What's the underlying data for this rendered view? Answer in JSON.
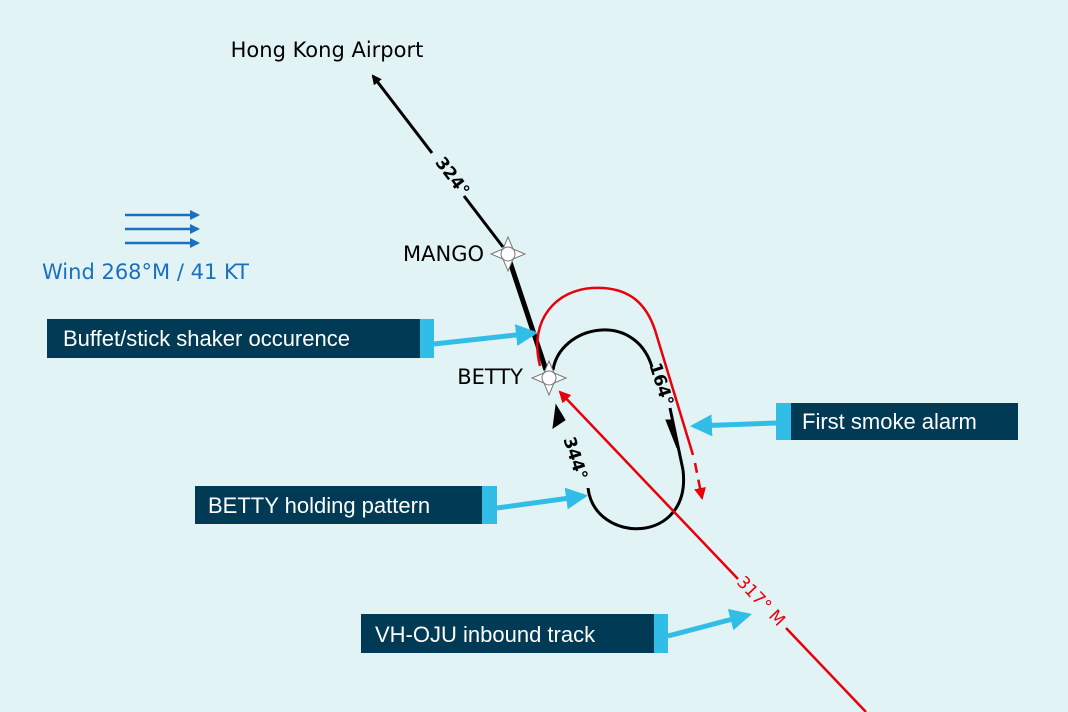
{
  "destination": "Hong Kong Airport",
  "waypoints": {
    "mango": "MANGO",
    "betty": "BETTY"
  },
  "headings": {
    "outbound_track": "324°",
    "hold_outbound": "164°",
    "hold_inbound": "344°",
    "inbound_track": "317° M"
  },
  "wind": {
    "label": "Wind 268°M / 41 KT"
  },
  "callouts": {
    "buffet": "Buffet/stick shaker occurence",
    "smoke": "First smoke alarm",
    "holding": "BETTY holding pattern",
    "inbound": "VH-OJU inbound track"
  },
  "colors": {
    "background": "#e1f3f5",
    "track": "#e8000b",
    "wind": "#1a6fbf",
    "callout_box": "#003a55",
    "callout_accent": "#31bde6"
  }
}
